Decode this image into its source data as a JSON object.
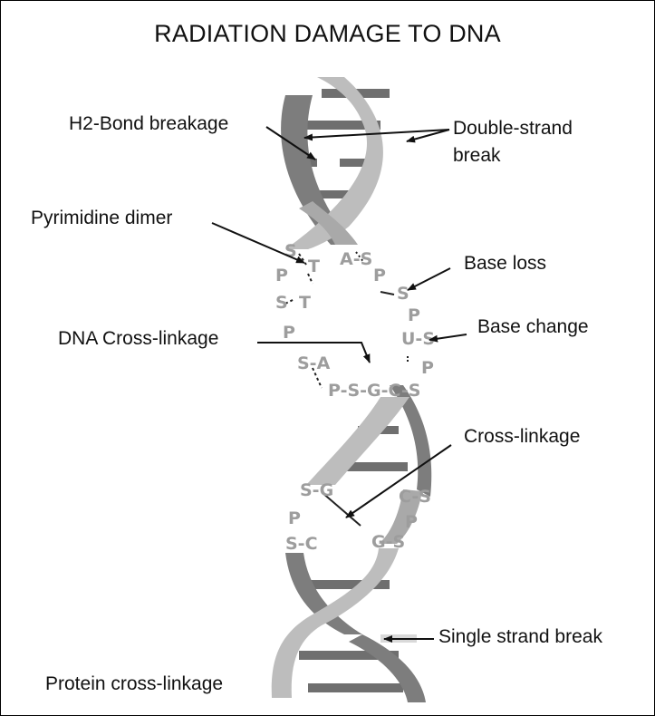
{
  "title": "RADIATION DAMAGE TO DNA",
  "labels": {
    "h2_bond": "H2-Bond breakage",
    "double_strand": "Double-strand",
    "double_strand_2": "break",
    "pyrimidine": "Pyrimidine dimer",
    "base_loss": "Base loss",
    "base_change": "Base change",
    "dna_cross": "DNA Cross-linkage",
    "cross_linkage": "Cross-linkage",
    "single_strand": "Single strand break",
    "protein_cross": "Protein cross-linkage"
  },
  "bases": {
    "s1": "S",
    "t1": "T",
    "p1": "P",
    "s2": "S",
    "t2": "T",
    "p2": "P",
    "sa": "S-A",
    "psgcs": "P-S-G-C-S",
    "as": "A-S",
    "p3": "P",
    "s3": "S",
    "p4": "P",
    "us": "U-S",
    "p5": "P",
    "sg": "S-G",
    "p6": "P",
    "sc": "S-C",
    "cs": "C-S",
    "gs": "G-S",
    "p7": "P"
  },
  "colors": {
    "strand_light": "#bdbdbd",
    "strand_dark": "#7d7d7d",
    "rung": "#6f6f6f",
    "base_text": "#9d9d9d"
  }
}
